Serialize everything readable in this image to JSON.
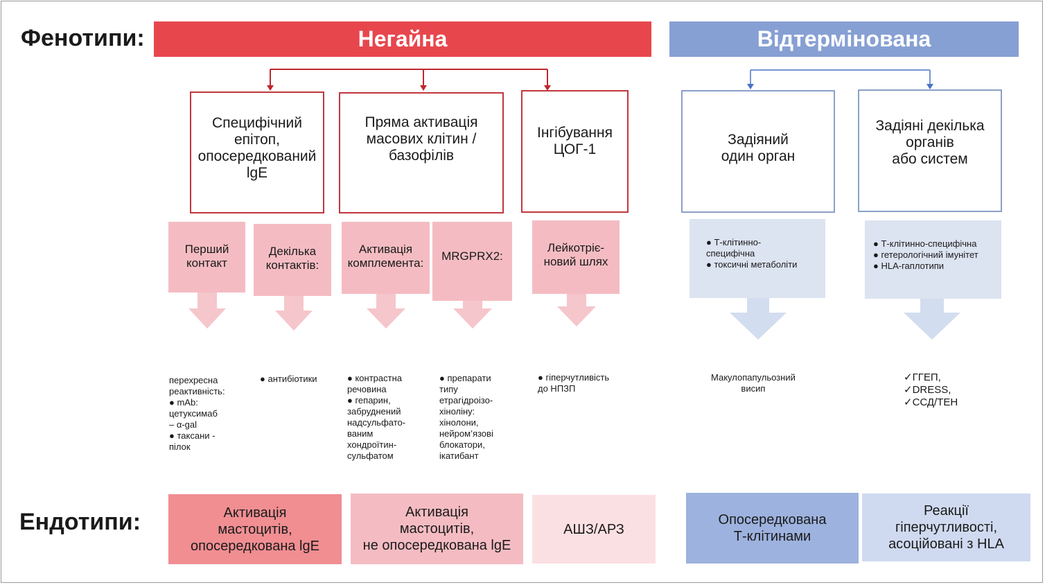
{
  "labels": {
    "phenotypes": "Фенотипи:",
    "endotypes": "Ендотипи:"
  },
  "banners": {
    "immediate": "Негайна",
    "delayed": "Відтермінована"
  },
  "mechanisms": [
    "Специфічний\nепітоп,\nопосередкований\nlgE",
    "Пряма активація\nмасових клітин /\nбазофілів",
    "Інгібування\nЦОГ-1",
    "Задіяний\nодин орган",
    "Задіяні декілька\nорганів\nабо систем"
  ],
  "pathways": [
    "Перший\nконтакт",
    "Декілька\nконтактів:",
    "Активація\nкомплемента:",
    "MRGPRX2:",
    "Лейкотріє-\nновий шлях"
  ],
  "delayed_tiles": [
    [
      "Т-клітинно-\nспецифічна",
      "токсичні метаболіти"
    ],
    [
      "Т-клітинно-специфічна",
      "гетерологічний імунітет",
      "HLA-гаплотипи"
    ]
  ],
  "examples": [
    "перехресна\nреактивність:\n●  mAb:\nцетуксимаб\n– α-gal\n● таксани -\nпілок",
    "● антибіотики",
    "● контрастна\nречовина\n● гепарин,\nзабруднений\nнадсульфато-\nваним\nхондроїтин-\nсульфатом",
    "● препарати\nтипу\nетрагідроізо-\nхіноліну:\nхінолони,\nнейром’язові\nблокатори,\nікатибант",
    "● гіперчутливість\n   до НПЗП",
    "Макулопапульозний\nвисип",
    "✓ГГЕП,\n✓DRESS,\n✓ССД/ТЕН"
  ],
  "endotypes": [
    "Активація\nмастоцитів,\nопосередкована lgE",
    "Активація\nмастоцитів,\nне опосередкована lgE",
    "АШЗ/АРЗ",
    "Опосередкована\nТ-клітинами",
    "Реакції\nгіперчутливості,\nасоційовані з HLA"
  ],
  "colors": {
    "immediate": "#e8464d",
    "delayed": "#87a0d4",
    "red_line": "#c0272d",
    "blue_line": "#4a73c4",
    "pink_tile": "#f4bcc2",
    "pink_arrow": "#f5c6cb",
    "blue_tile": "#dce3f1",
    "blue_arrow": "#d3ddf0",
    "endo_1": "#f08e92",
    "endo_2": "#f4bcc2",
    "endo_3": "#fbe0e3",
    "endo_4": "#9db2de",
    "endo_5": "#cfdaf0"
  }
}
